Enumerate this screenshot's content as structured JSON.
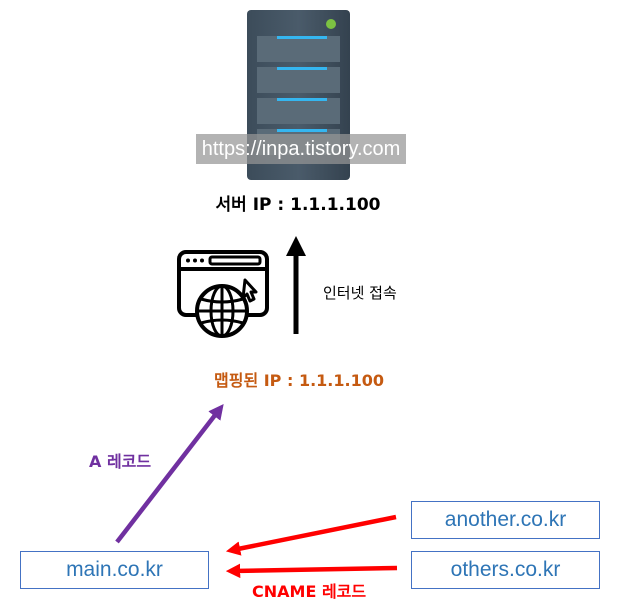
{
  "watermark": "https://inpa.tistory.com",
  "server": {
    "ip_label": "서버 IP : 1.1.1.100"
  },
  "access_label": "인터넷 접속",
  "mapped_ip_label": "맵핑된 IP : 1.1.1.100",
  "records": {
    "a_record_label": "A 레코드",
    "cname_record_label": "CNAME 레코드"
  },
  "domains": {
    "main": "main.co.kr",
    "another": "another.co.kr",
    "others": "others.co.kr"
  },
  "colors": {
    "a_record": "#7030a0",
    "cname": "#ff0000",
    "mapped_ip": "#c55a11",
    "domain_border": "#4472c4",
    "domain_text": "#2e75b6"
  },
  "icons": {
    "server": "server-rack-icon",
    "browser": "browser-globe-icon"
  }
}
